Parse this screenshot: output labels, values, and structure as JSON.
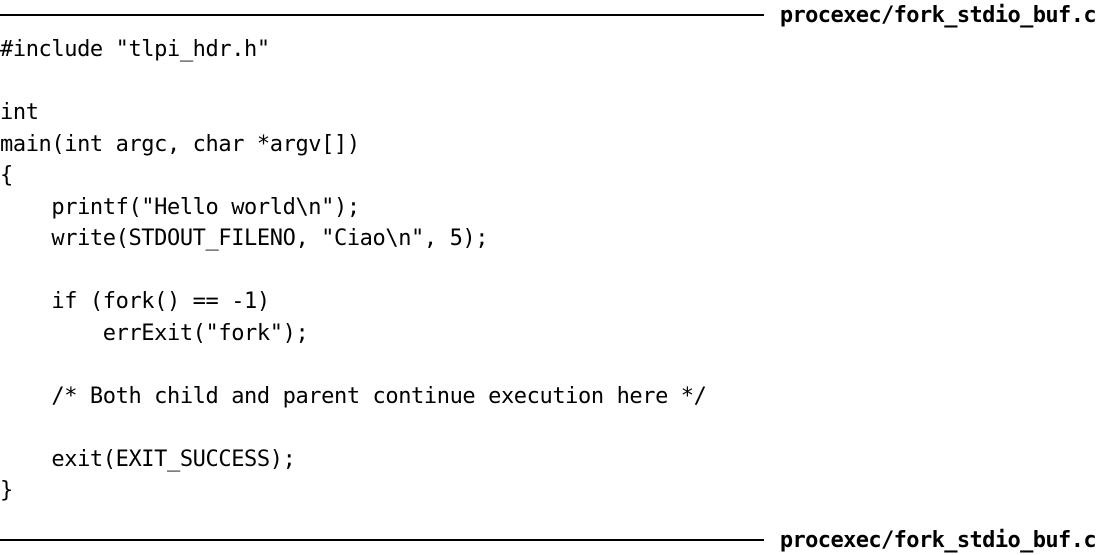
{
  "header": {
    "filename": "procexec/fork_stdio_buf.c"
  },
  "footer": {
    "filename": "procexec/fork_stdio_buf.c"
  },
  "code_lines": [
    "#include \"tlpi_hdr.h\"",
    "",
    "int",
    "main(int argc, char *argv[])",
    "{",
    "    printf(\"Hello world\\n\");",
    "    write(STDOUT_FILENO, \"Ciao\\n\", 5);",
    "",
    "    if (fork() == -1)",
    "        errExit(\"fork\");",
    "",
    "    /* Both child and parent continue execution here */",
    "",
    "    exit(EXIT_SUCCESS);",
    "}"
  ]
}
